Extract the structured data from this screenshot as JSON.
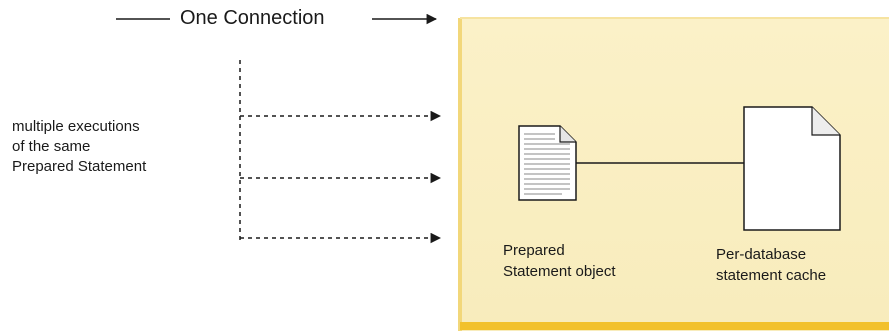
{
  "diagram": {
    "connection_label": "One Connection",
    "executions_label": [
      "multiple executions",
      "of the same",
      "Prepared Statement"
    ],
    "prepared_statement_label": [
      "Prepared",
      "Statement object"
    ],
    "cache_label": [
      "Per-database",
      "statement cache"
    ],
    "colors": {
      "box_fill": "#fbf1c8",
      "box_border": "#f2c12c",
      "line": "#1a1a1a",
      "document_fill": "#ffffff"
    },
    "icons": {
      "prepared_statement": "document-with-text-icon",
      "cache": "blank-document-icon"
    }
  }
}
